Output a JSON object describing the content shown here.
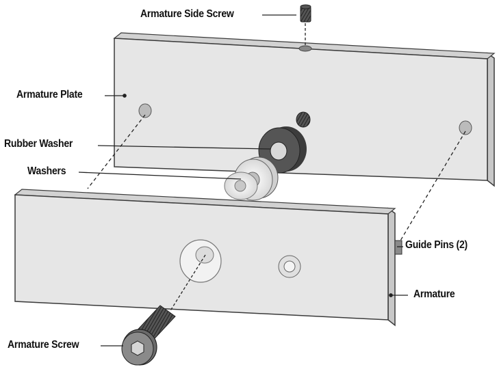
{
  "labels": {
    "armature_side_screw": "Armature Side Screw",
    "armature_plate": "Armature Plate",
    "rubber_washer": "Rubber Washer",
    "washers": "Washers",
    "guide_pins": "Guide Pins (2)",
    "armature": "Armature",
    "armature_screw": "Armature Screw"
  },
  "colors": {
    "plate_face": "#e6e6e6",
    "plate_edge": "#c8c8c8",
    "plate_outline": "#3a3a3a",
    "rubber_washer": "#4a4a4a",
    "leader_line": "#222222"
  }
}
